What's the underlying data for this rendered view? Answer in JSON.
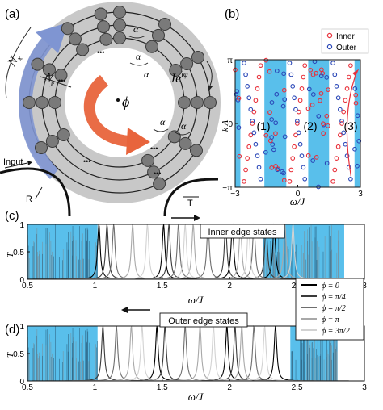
{
  "panels": {
    "a": {
      "label": "(a)",
      "outer_axis_label": "N",
      "outer_axis_sub": "x",
      "inner_axis_label": "N",
      "inner_axis_sub": "y",
      "alpha_symbol": "α",
      "coupling_label": "Je",
      "coupling_exp": "iφ",
      "flux_symbol": "ϕ",
      "dots": "•••",
      "input_label": "Input",
      "r_label": "R",
      "t_label": "T",
      "colors": {
        "ring": "#c8c8c8",
        "node": "#7a7a7a",
        "outer_arrow": "#7f95d2",
        "inner_arrow": "#e8643c"
      }
    },
    "b": {
      "label": "(b)"
    },
    "c": {
      "label": "(c)",
      "banner": "Inner edge states"
    },
    "d": {
      "label": "(d)",
      "banner": "Outer edge states"
    }
  },
  "chart_data": [
    {
      "id": "b",
      "type": "scatter",
      "xlabel": "ω/J",
      "ylabel": "k Λ",
      "xlim": [
        -3,
        3
      ],
      "x_ticks": [
        "−3",
        "0",
        "3"
      ],
      "y_ticks": [
        "π",
        "0",
        "−π"
      ],
      "legend_position": "top-right",
      "series": [
        {
          "name": "Inner",
          "color": "#e8303a"
        },
        {
          "name": "Outer",
          "color": "#2b48b8"
        }
      ],
      "region_labels": [
        "(1)",
        "(2)",
        "(3)"
      ],
      "band_color": "#3cb4e8",
      "bands": [
        [
          -3.0,
          -2.75
        ],
        [
          -1.6,
          -0.55
        ],
        [
          0.5,
          1.5
        ],
        [
          2.72,
          3.0
        ]
      ],
      "inner_dispersion": {
        "x0": 0.0,
        "slope": 3.3
      },
      "outer_dispersion": {
        "x0": 0.0,
        "slope": -3.3
      },
      "curved_arrow": {
        "start": [
          2.55,
          -2.6
        ],
        "control": [
          2.05,
          0.5
        ],
        "end": [
          2.85,
          2.6
        ]
      }
    },
    {
      "id": "c",
      "type": "line",
      "xlabel": "ω/J",
      "ylabel": "T",
      "xlim": [
        0.5,
        3
      ],
      "ylim": [
        0,
        1
      ],
      "x_ticks": [
        "0.5",
        "1",
        "1.5",
        "2",
        "2.5",
        "3"
      ],
      "y_ticks": [
        "0",
        "0.5",
        "1"
      ],
      "shaded_regions": [
        [
          0.5,
          1.02
        ],
        [
          2.25,
          2.85
        ]
      ],
      "series": [
        {
          "name": "ϕ = 0",
          "color": "#000000",
          "peaks": [
            1.03,
            1.51,
            2.02,
            2.33
          ]
        },
        {
          "name": "ϕ = π/4",
          "color": "#3a3a3a",
          "peaks": [
            1.09,
            1.55,
            1.97,
            2.27
          ]
        },
        {
          "name": "ϕ = π/2",
          "color": "#6e6e6e",
          "peaks": [
            1.14,
            1.62,
            1.84,
            2.18
          ]
        },
        {
          "name": "ϕ = π",
          "color": "#a8a8a8",
          "peaks": [
            1.28,
            1.73,
            2.08,
            2.41
          ]
        },
        {
          "name": "ϕ = 3π/2",
          "color": "#d2d2d2",
          "peaks": [
            1.39,
            1.67,
            2.14,
            2.47
          ]
        }
      ]
    },
    {
      "id": "d",
      "type": "line",
      "xlabel": "ω/J",
      "ylabel": "T",
      "xlim": [
        0.5,
        3
      ],
      "ylim": [
        0,
        1
      ],
      "x_ticks": [
        "0.5",
        "1",
        "1.5",
        "2",
        "2.5",
        "3"
      ],
      "y_ticks": [
        "0",
        "0.5",
        "1"
      ],
      "shaded_regions": [
        [
          0.5,
          1.02
        ],
        [
          2.45,
          2.8
        ]
      ],
      "series": [
        {
          "name": "ϕ = 0",
          "color": "#000000",
          "peaks": [
            1.46,
            1.98,
            2.34
          ]
        },
        {
          "name": "ϕ = π/4",
          "color": "#3a3a3a",
          "peaks": [
            1.06,
            1.52,
            2.04
          ]
        },
        {
          "name": "ϕ = π/2",
          "color": "#6e6e6e",
          "peaks": [
            1.16,
            1.67,
            2.18
          ]
        },
        {
          "name": "ϕ = π",
          "color": "#a8a8a8",
          "peaks": [
            1.27,
            1.78,
            2.09
          ]
        },
        {
          "name": "ϕ = 3π/2",
          "color": "#d2d2d2",
          "peaks": [
            1.35,
            1.88,
            2.26
          ]
        }
      ]
    }
  ]
}
